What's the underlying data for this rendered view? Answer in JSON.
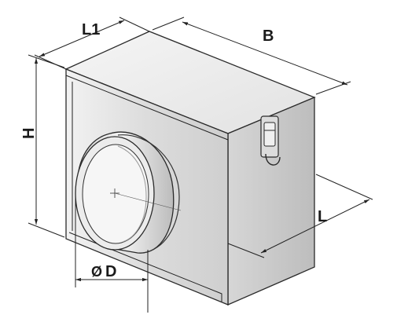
{
  "labels": {
    "L1": "L1",
    "B": "B",
    "H": "H",
    "L": "L",
    "D": "D",
    "diameter_symbol": "Ø"
  },
  "colors": {
    "front_face": "#d9d9d9",
    "side_face": "#c6c6c6",
    "top_face": "#e9e9e9",
    "outline": "#2a2a2a",
    "label": "#1a1a1a"
  }
}
